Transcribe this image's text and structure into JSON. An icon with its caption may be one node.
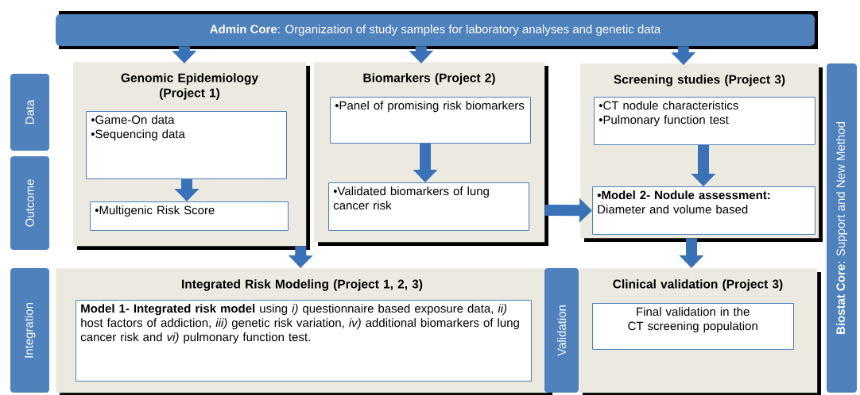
{
  "diagram": {
    "nodes": [
      {
        "text": [
          "**Admin Core**: Organization of study samples for laboratory analyses and genetic data"
        ]
      },
      {
        "text": [
          "Data"
        ]
      },
      {
        "text": [
          "Outcome"
        ]
      },
      {
        "text": [
          "Integration"
        ]
      },
      {
        "text": [
          "**Biostat Core**: Support and New Method"
        ]
      },
      {
        "text": [
          "Genomic Epidemiology (Project 1)"
        ]
      },
      {
        "text": [
          "•Game-On data",
          "•Sequencing data"
        ],
        "in": 5
      },
      {
        "text": [
          "•Multigenic Risk Score"
        ],
        "in": 5
      },
      {
        "text": [
          "Biomarkers (Project 2)"
        ]
      },
      {
        "text": [
          "•Panel of promising risk biomarkers"
        ],
        "in": 8
      },
      {
        "text": [
          "•Validated biomarkers of lung cancer risk"
        ],
        "in": 8
      },
      {
        "text": [
          "Screening studies (Project 3)"
        ]
      },
      {
        "text": [
          "•CT nodule characteristics",
          "•Pulmonary function test"
        ],
        "in": 11
      },
      {
        "text": [
          "**•Model 2- Nodule assessment:** Diameter and volume based"
        ],
        "in": 11
      },
      {
        "text": [
          "Integrated Risk Modeling (Project 1, 2, 3)"
        ]
      },
      {
        "text": [
          "**Model 1- Integrated risk model** using *i)* questionnaire based exposure data, *ii)* host factors of addiction, *iii)* genetic risk variation, *iv)* additional biomarkers of lung cancer risk and *vi)* pulmonary function test."
        ],
        "in": 14
      },
      {
        "text": [
          "Validation"
        ]
      },
      {
        "text": [
          "Clinical validation (Project 3)"
        ]
      },
      {
        "text": [
          "Final validation in the CT screening population"
        ],
        "in": 17
      }
    ],
    "edges": [
      {
        "from": 0,
        "to": 5,
        "arrow": "to"
      },
      {
        "from": 0,
        "to": 8,
        "arrow": "to"
      },
      {
        "from": 0,
        "to": 11,
        "arrow": "to"
      },
      {
        "from": 6,
        "to": 7,
        "arrow": "to"
      },
      {
        "from": 9,
        "to": 10,
        "arrow": "to"
      },
      {
        "from": 12,
        "to": 13,
        "arrow": "to"
      },
      {
        "from": 5,
        "to": 14,
        "arrow": "to"
      },
      {
        "from": 8,
        "to": 13,
        "arrow": "to"
      },
      {
        "from": 11,
        "to": 17,
        "arrow": "to"
      }
    ]
  }
}
